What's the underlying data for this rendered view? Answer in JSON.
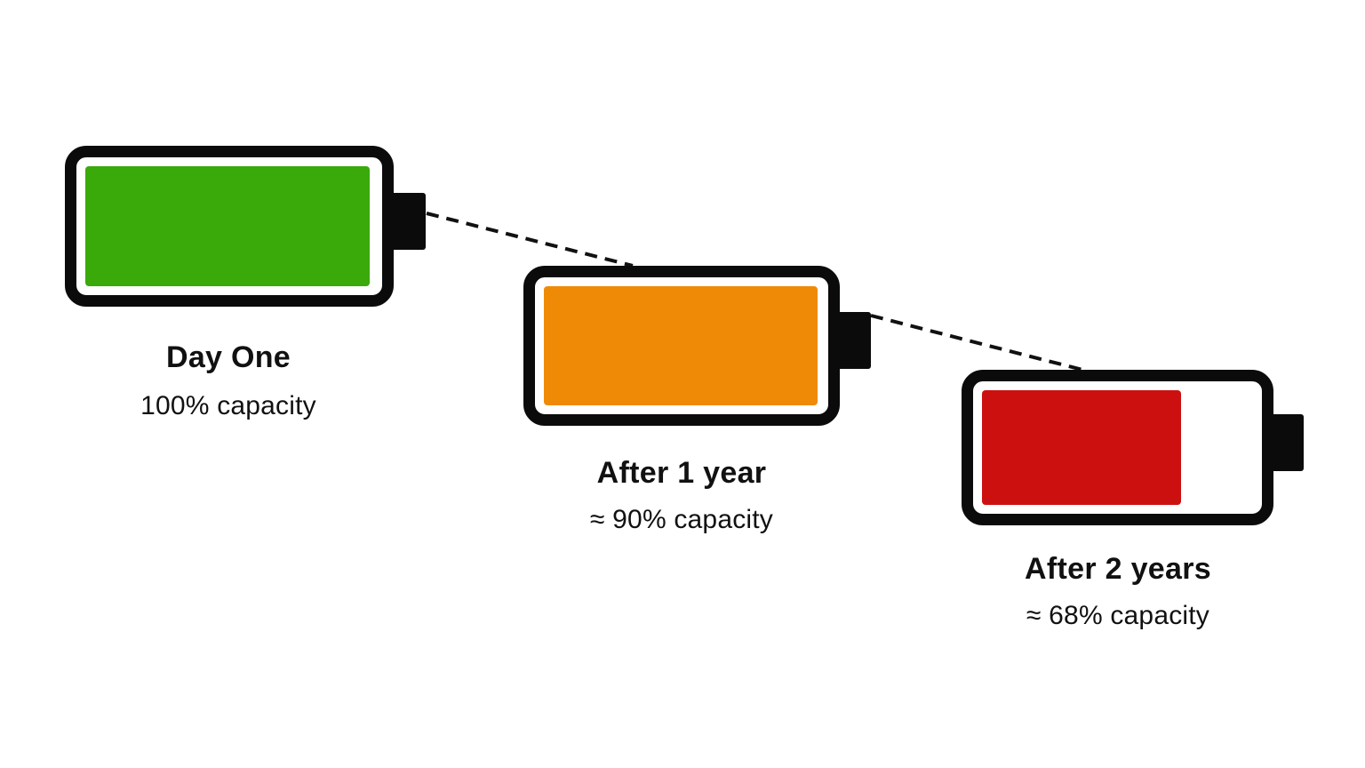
{
  "stages": [
    {
      "title": "Day One",
      "subtitle": "100% capacity",
      "capacity": 1.0,
      "fill_color": "#3aa90a"
    },
    {
      "title": "After 1 year",
      "subtitle": "≈ 90% capacity",
      "capacity": 0.9,
      "fill_color": "#ef8a06"
    },
    {
      "title": "After 2 years",
      "subtitle": "≈ 68% capacity",
      "capacity": 0.68,
      "fill_color": "#cc1010"
    }
  ],
  "connector_style": "dashed",
  "colors": {
    "outline": "#0b0b0b",
    "text": "#111111",
    "background": "#ffffff"
  }
}
